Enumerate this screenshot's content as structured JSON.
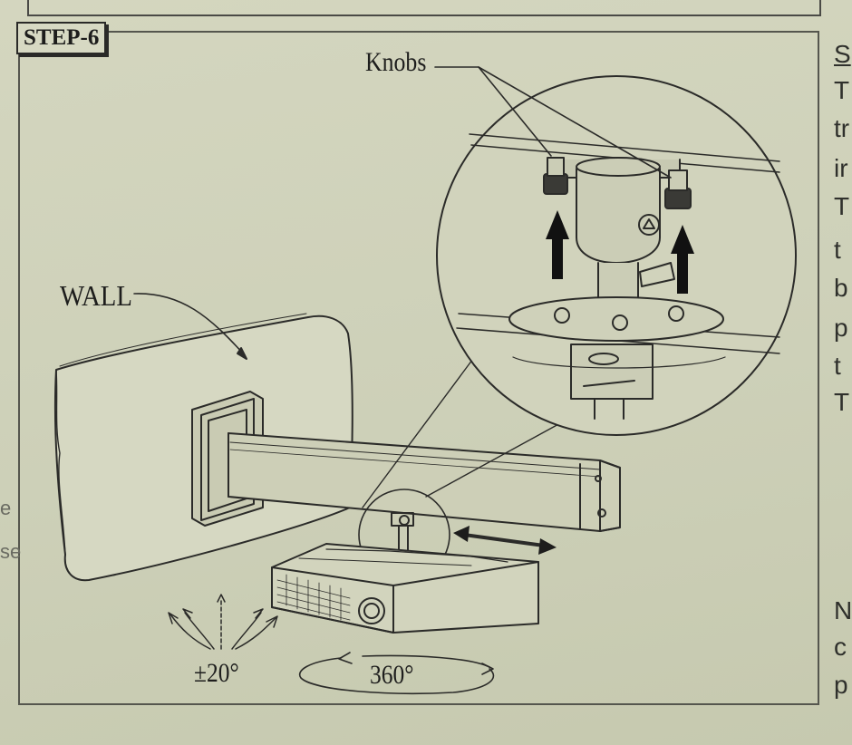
{
  "step": {
    "label": "STEP-6"
  },
  "labels": {
    "knobs": "Knobs",
    "wall": "WALL",
    "tilt": "±20°",
    "rotate": "360°"
  },
  "right_column_fragments": [
    "S",
    "T",
    "tr",
    "ir",
    "T",
    "t",
    "b",
    "p",
    "t",
    "T",
    "N",
    "c",
    "p"
  ],
  "left_edge_fragments": [
    "e",
    "se"
  ]
}
